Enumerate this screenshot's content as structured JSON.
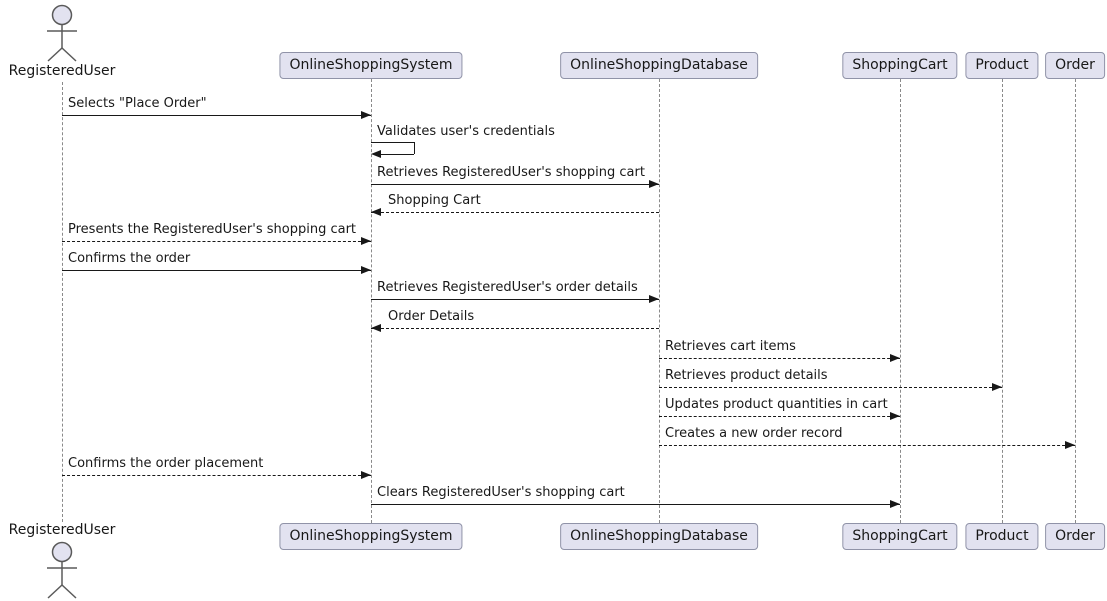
{
  "diagram": {
    "type": "uml-sequence-diagram",
    "colors": {
      "background": "#FFFFFF",
      "participant_fill": "#E2E2F0",
      "participant_border": "#9093A8",
      "lifeline": "#8A8A8A",
      "message_line": "#181818",
      "text": "#181818"
    },
    "actor": {
      "name": "RegisteredUser"
    },
    "participants": [
      {
        "name": "OnlineShoppingSystem"
      },
      {
        "name": "OnlineShoppingDatabase"
      },
      {
        "name": "ShoppingCart"
      },
      {
        "name": "Product"
      },
      {
        "name": "Order"
      }
    ],
    "messages": [
      {
        "from": "RegisteredUser",
        "to": "OnlineShoppingSystem",
        "style": "solid",
        "label": "Selects \"Place Order\""
      },
      {
        "from": "OnlineShoppingSystem",
        "to": "OnlineShoppingSystem",
        "style": "solid",
        "self": true,
        "label": "Validates user's credentials"
      },
      {
        "from": "OnlineShoppingSystem",
        "to": "OnlineShoppingDatabase",
        "style": "solid",
        "label": "Retrieves RegisteredUser's shopping cart"
      },
      {
        "from": "OnlineShoppingDatabase",
        "to": "OnlineShoppingSystem",
        "style": "dashed",
        "label": "Shopping Cart"
      },
      {
        "from": "RegisteredUser",
        "to": "OnlineShoppingSystem",
        "style": "dashed",
        "label": "Presents the RegisteredUser's shopping cart"
      },
      {
        "from": "RegisteredUser",
        "to": "OnlineShoppingSystem",
        "style": "solid",
        "label": "Confirms the order"
      },
      {
        "from": "OnlineShoppingSystem",
        "to": "OnlineShoppingDatabase",
        "style": "solid",
        "label": "Retrieves RegisteredUser's order details"
      },
      {
        "from": "OnlineShoppingDatabase",
        "to": "OnlineShoppingSystem",
        "style": "dashed",
        "label": "Order Details"
      },
      {
        "from": "OnlineShoppingDatabase",
        "to": "ShoppingCart",
        "style": "dashed",
        "label": "Retrieves cart items"
      },
      {
        "from": "OnlineShoppingDatabase",
        "to": "Product",
        "style": "dashed",
        "label": "Retrieves product details"
      },
      {
        "from": "OnlineShoppingDatabase",
        "to": "ShoppingCart",
        "style": "dashed",
        "label": "Updates product quantities in cart"
      },
      {
        "from": "OnlineShoppingDatabase",
        "to": "Order",
        "style": "dashed",
        "label": "Creates a new order record"
      },
      {
        "from": "RegisteredUser",
        "to": "OnlineShoppingSystem",
        "style": "dashed",
        "label": "Confirms the order placement"
      },
      {
        "from": "OnlineShoppingSystem",
        "to": "ShoppingCart",
        "style": "solid",
        "label": "Clears RegisteredUser's shopping cart"
      }
    ]
  }
}
